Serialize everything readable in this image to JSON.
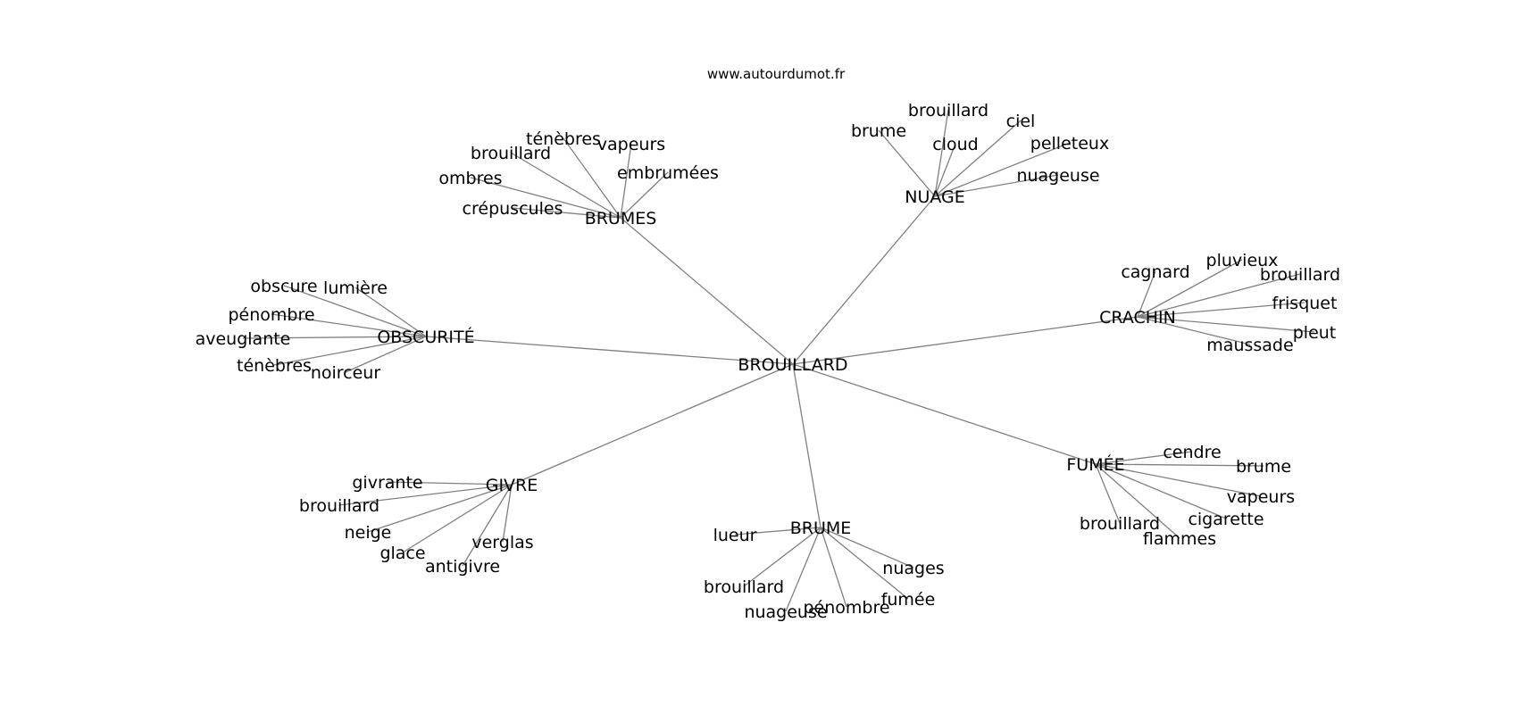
{
  "credit": "www.autourdumot.fr",
  "root": "BROUILLARD",
  "clusters": [
    {
      "id": "nuage",
      "label": "NUAGE",
      "words": [
        "brume",
        "brouillard",
        "cloud",
        "ciel",
        "pelleteux",
        "nuageuse"
      ]
    },
    {
      "id": "brumes",
      "label": "BRUMES",
      "words": [
        "ténèbres",
        "vapeurs",
        "brouillard",
        "embrumées",
        "ombres",
        "crépuscules"
      ]
    },
    {
      "id": "obscurite",
      "label": "OBSCURITÉ",
      "words": [
        "obscure",
        "lumière",
        "pénombre",
        "aveuglante",
        "ténèbres",
        "noirceur"
      ]
    },
    {
      "id": "crachin",
      "label": "CRACHIN",
      "words": [
        "cagnard",
        "pluvieux",
        "brouillard",
        "frisquet",
        "pleut",
        "maussade"
      ]
    },
    {
      "id": "givre",
      "label": "GIVRE",
      "words": [
        "givrante",
        "brouillard",
        "neige",
        "verglas",
        "glace",
        "antigivre"
      ]
    },
    {
      "id": "brume",
      "label": "BRUME",
      "words": [
        "lueur",
        "nuages",
        "brouillard",
        "fumée",
        "pénombre",
        "nuageuse"
      ]
    },
    {
      "id": "fumee",
      "label": "FUMÉE",
      "words": [
        "cendre",
        "brume",
        "vapeurs",
        "cigarette",
        "brouillard",
        "flammes"
      ]
    }
  ]
}
